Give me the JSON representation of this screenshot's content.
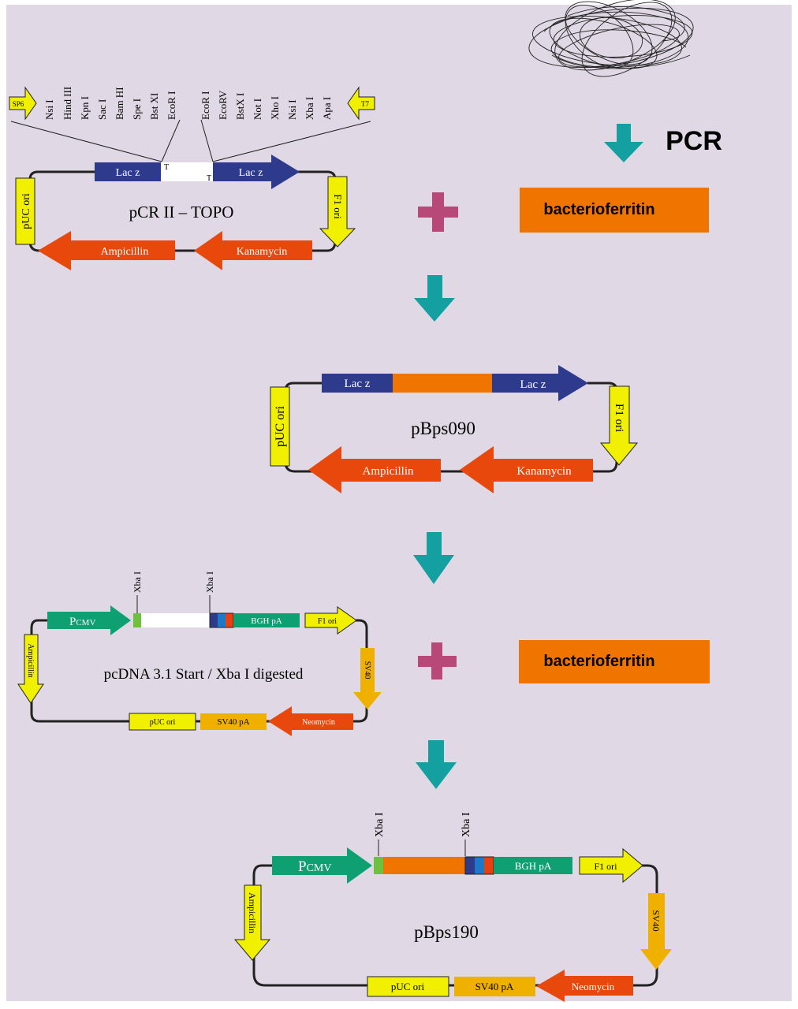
{
  "colors": {
    "background": "#e0d8e4",
    "lacz": "#2e3a8c",
    "insert": "#f07400",
    "resistance": "#e8480c",
    "origin": "#f0f000",
    "promoter": "#0ea070",
    "arrow": "#14a0a0",
    "plus": "#b84878",
    "sv40": "#f0b000",
    "green_marker": "#70c040",
    "blue_marker": "#1e78c8",
    "red_marker": "#e84010"
  },
  "top_plasmid": {
    "sp6": "SP6",
    "t7": "T7",
    "sites_left": [
      "Nsi I",
      "Hind III",
      "Kpn I",
      "Sac I",
      "Bam HI",
      "Spe I",
      "Bst XI",
      "EcoR I"
    ],
    "sites_right": [
      "EcoR I",
      "EcoRV",
      "BstX I",
      "Not I",
      "Xho I",
      "Nsi I",
      "Xba I",
      "Apa I"
    ],
    "t_left": "T",
    "t_right": "T",
    "lacz_left": "Lac z",
    "lacz_right": "Lac z",
    "puc_ori": "pUC ori",
    "f1_ori": "F1 ori",
    "name": "pCR II – TOPO",
    "ampicillin": "Ampicillin",
    "kanamycin": "Kanamycin"
  },
  "pcr": {
    "label": "PCR",
    "product": "bacterioferritin"
  },
  "middle_plasmid": {
    "lacz_left": "Lac z",
    "lacz_right": "Lac z",
    "puc_ori": "pUC ori",
    "f1_ori": "F1 ori",
    "name": "pBps090",
    "ampicillin": "Ampicillin",
    "kanamycin": "Kanamycin"
  },
  "vector_plasmid": {
    "xba_left": "Xba I",
    "xba_right": "Xba I",
    "pcmv_main": "P",
    "pcmv_sub": "CMV",
    "bgh": "BGH pA",
    "f1_ori": "F1 ori",
    "ampicillin": "Ampicillin",
    "sv40": "SV40",
    "name": "pcDNA 3.1 Start / Xba I digested",
    "puc_ori": "pUC ori",
    "sv40pa": "SV40 pA",
    "neomycin": "Neomycin"
  },
  "insert2": {
    "label": "bacterioferritin"
  },
  "final_plasmid": {
    "xba_left": "Xba I",
    "xba_right": "Xba I",
    "pcmv_main": "P",
    "pcmv_sub": "CMV",
    "bgh": "BGH pA",
    "f1_ori": "F1 ori",
    "ampicillin": "Ampicillin",
    "sv40": "SV40",
    "name": "pBps190",
    "puc_ori": "pUC ori",
    "sv40pa": "SV40 pA",
    "neomycin": "Neomycin"
  }
}
